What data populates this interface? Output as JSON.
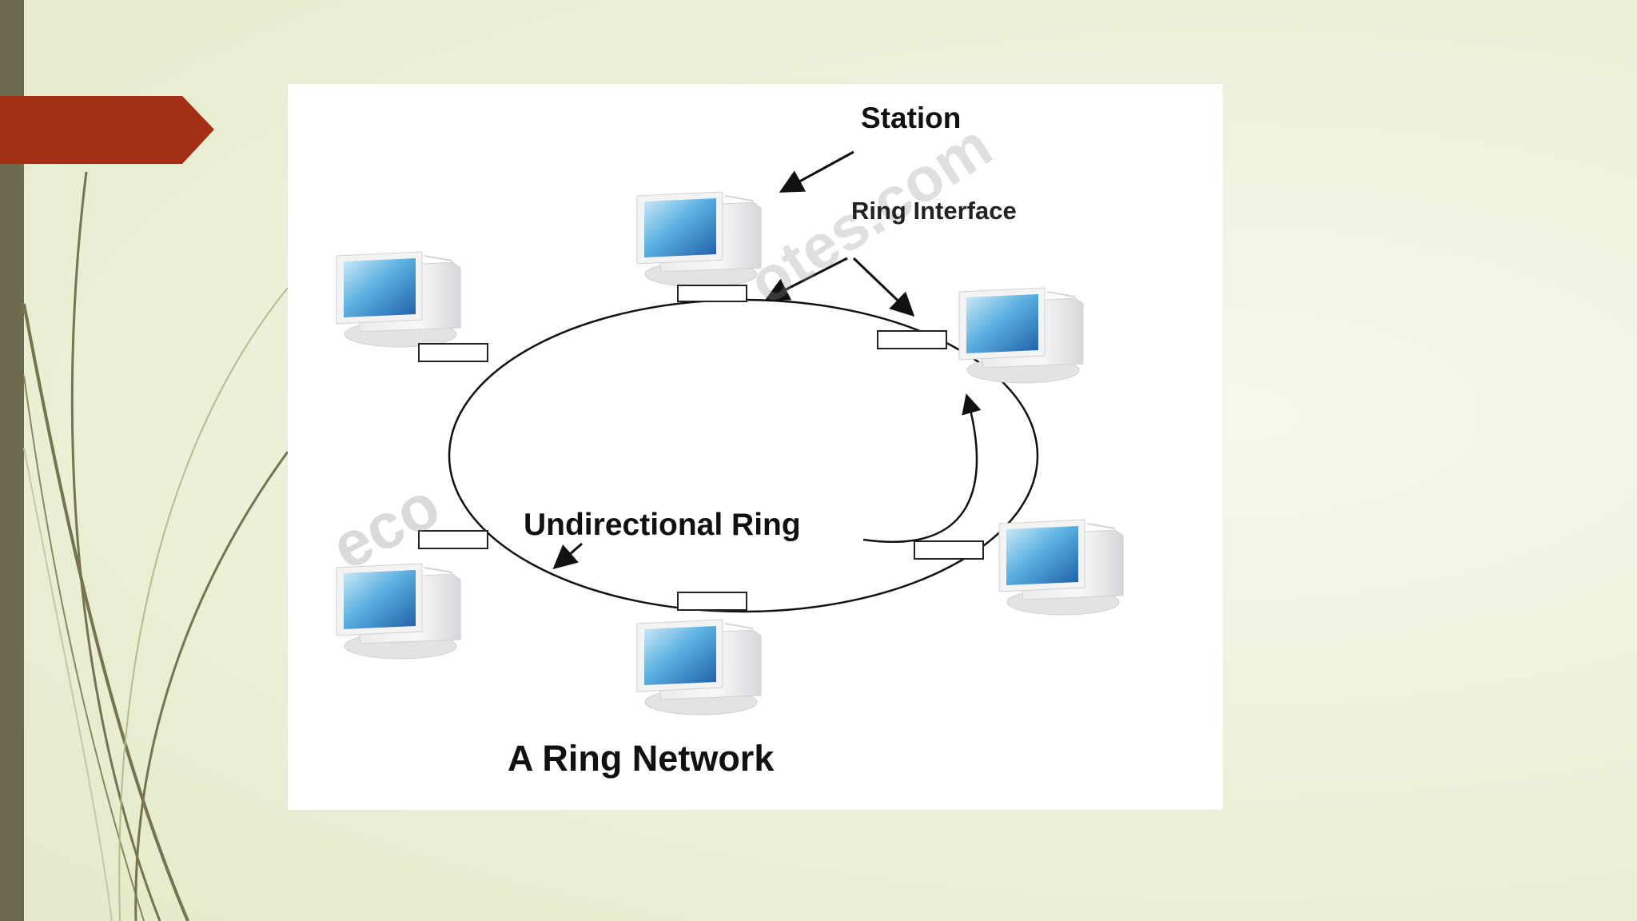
{
  "diagram": {
    "station_label": "Station",
    "ring_interface_label": "Ring Interface",
    "ring_label": "Undirectional Ring",
    "caption": "A Ring Network",
    "watermark_left": "eco",
    "watermark_right": "otes.com"
  },
  "colors": {
    "accent_tab": "#a33016",
    "side_bar": "#6e6a4e",
    "screen_blue": "#2f83c8"
  }
}
